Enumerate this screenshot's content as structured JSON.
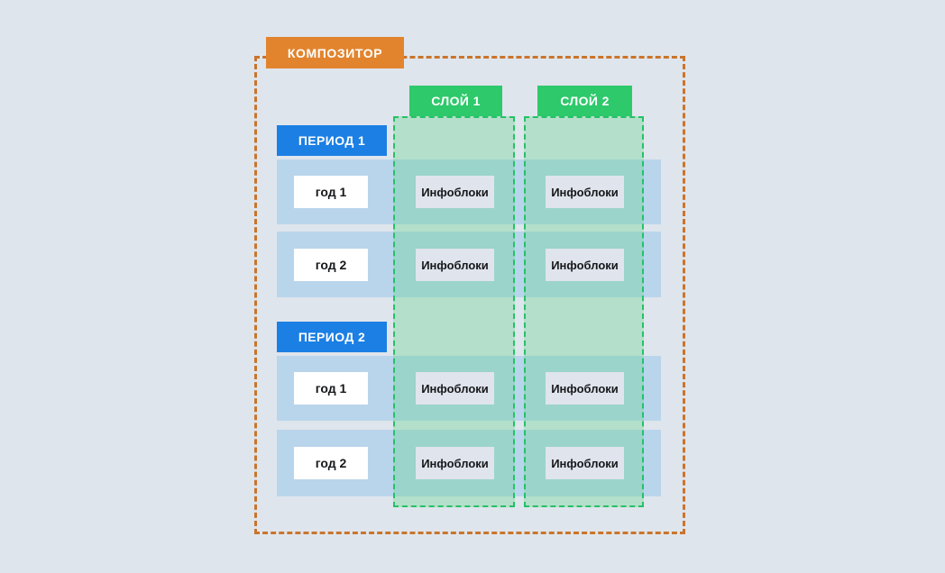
{
  "diagram": {
    "title": "КОМПОЗИТОР",
    "layers": [
      {
        "label": "СЛОЙ 1"
      },
      {
        "label": "СЛОЙ 2"
      }
    ],
    "periods": [
      {
        "label": "ПЕРИОД 1",
        "years": [
          {
            "label": "год 1",
            "cells": [
              "Инфоблоки",
              "Инфоблоки"
            ]
          },
          {
            "label": "год 2",
            "cells": [
              "Инфоблоки",
              "Инфоблоки"
            ]
          }
        ]
      },
      {
        "label": "ПЕРИОД 2",
        "years": [
          {
            "label": "год 1",
            "cells": [
              "Инфоблоки",
              "Инфоблоки"
            ]
          },
          {
            "label": "год 2",
            "cells": [
              "Инфоблоки",
              "Инфоблоки"
            ]
          }
        ]
      }
    ]
  },
  "colors": {
    "background": "#dfe5ec",
    "frame_orange": "#c9752c",
    "title_orange": "#e2842d",
    "layer_green": "#2dc96b",
    "layer_fill": "rgba(100,211,141,0.35)",
    "layer_border": "#25c167",
    "period_blue": "#1b7fe4",
    "row_blue": "#b9d5ec",
    "cell_grey": "#dfe4ed",
    "year_white": "#ffffff",
    "text_dark": "#17181a",
    "text_white": "#ffffff"
  }
}
